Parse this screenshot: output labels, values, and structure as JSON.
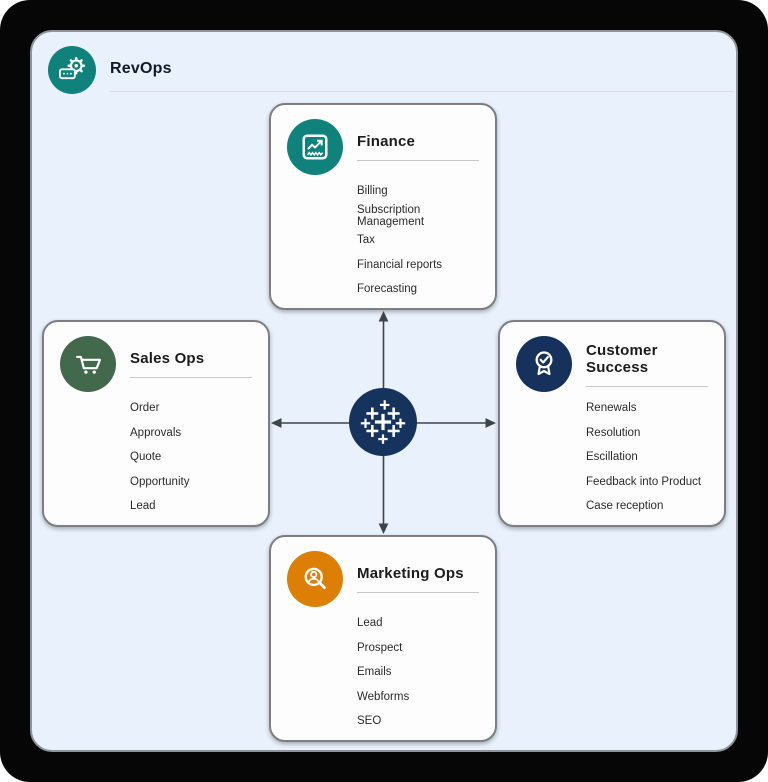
{
  "app": {
    "title": "RevOps"
  },
  "colors": {
    "teal": "#0f827b",
    "green": "#42694c",
    "navy": "#16325c",
    "orange": "#dd7f05",
    "panel_bg": "#e8f1fc",
    "frame_bg": "#060606",
    "arrow": "#3f444b"
  },
  "center": {
    "icon": "tableau-logo-icon"
  },
  "cards": [
    {
      "id": "finance",
      "title": "Finance",
      "icon": "chart-growth-icon",
      "color": "#0f827b",
      "items": [
        "Billing",
        "Subscription Management",
        "Tax",
        "Financial reports",
        "Forecasting"
      ]
    },
    {
      "id": "sales-ops",
      "title": "Sales Ops",
      "icon": "shopping-cart-icon",
      "color": "#42694c",
      "items": [
        "Order",
        "Approvals",
        "Quote",
        "Opportunity",
        "Lead"
      ]
    },
    {
      "id": "customer-success",
      "title": "Customer Success",
      "icon": "award-ribbon-icon",
      "color": "#16325c",
      "items": [
        "Renewals",
        "Resolution",
        "Escillation",
        "Feedback into Product",
        "Case reception"
      ]
    },
    {
      "id": "marketing-ops",
      "title": "Marketing Ops",
      "icon": "person-search-icon",
      "color": "#dd7f05",
      "items": [
        "Lead",
        "Prospect",
        "Emails",
        "Webforms",
        "SEO"
      ]
    }
  ]
}
